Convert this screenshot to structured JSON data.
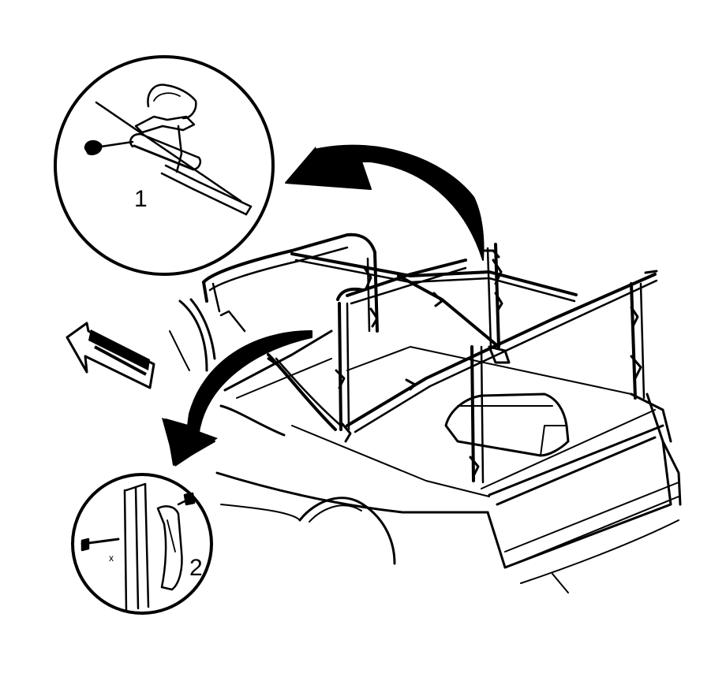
{
  "diagram": {
    "callouts": [
      {
        "number": "1",
        "mark": ""
      },
      {
        "number": "2",
        "mark": "x"
      }
    ],
    "colors": {
      "ink": "#000000",
      "paper": "#ffffff"
    },
    "icons": [
      "front-direction-arrow-icon",
      "curved-callout-arrow-icon"
    ]
  }
}
